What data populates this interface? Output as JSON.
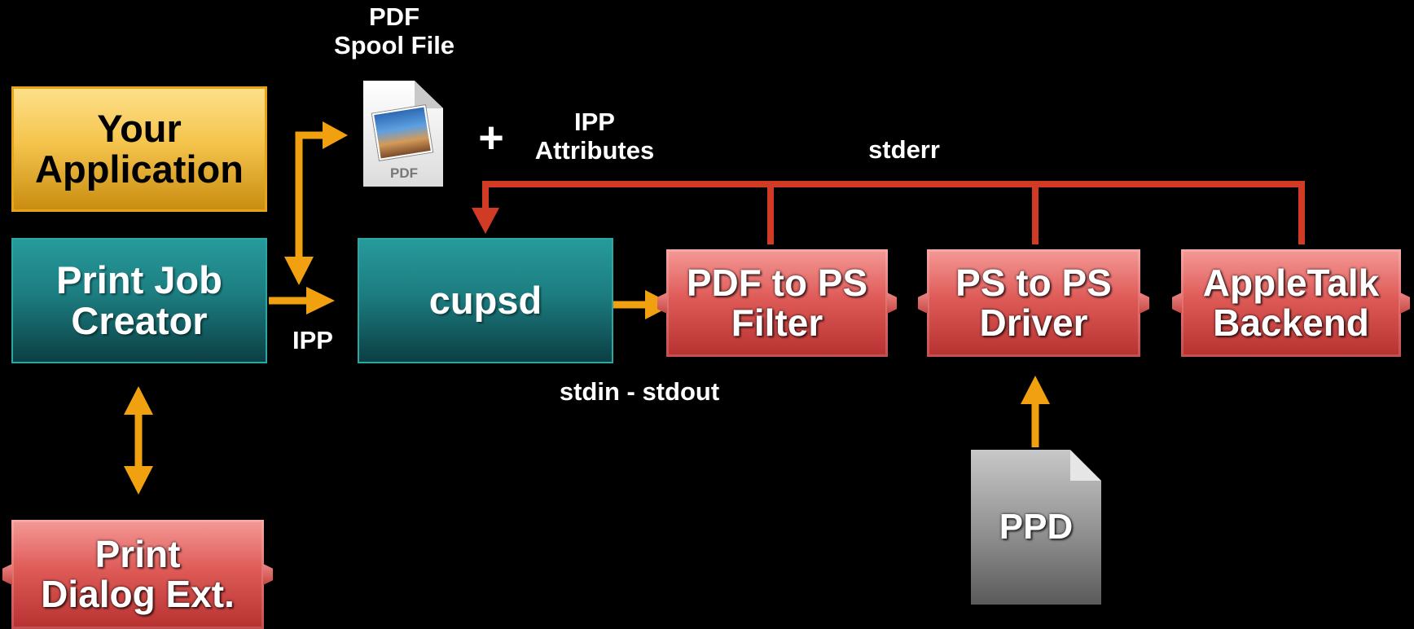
{
  "boxes": {
    "app": [
      "Your",
      "Application"
    ],
    "print_job_creator": [
      "Print Job",
      "Creator"
    ],
    "cupsd": "cupsd",
    "pdf_to_ps": [
      "PDF to PS",
      "Filter"
    ],
    "ps_to_ps": [
      "PS to PS",
      "Driver"
    ],
    "appletalk": [
      "AppleTalk",
      "Backend"
    ],
    "print_dialog": [
      "Print",
      "Dialog Ext."
    ],
    "ppd": "PPD"
  },
  "labels": {
    "spool_file": [
      "PDF",
      "Spool File"
    ],
    "pdf_icon_text": "PDF",
    "plus": "+",
    "ipp_attributes": [
      "IPP",
      "Attributes"
    ],
    "stderr": "stderr",
    "ipp": "IPP",
    "stdin_stdout": "stdin - stdout"
  },
  "colors": {
    "arrow": "#f1a00f",
    "stderr_line": "#d13a24"
  },
  "icons": [
    "pdf-document-icon",
    "ppd-document-icon"
  ]
}
